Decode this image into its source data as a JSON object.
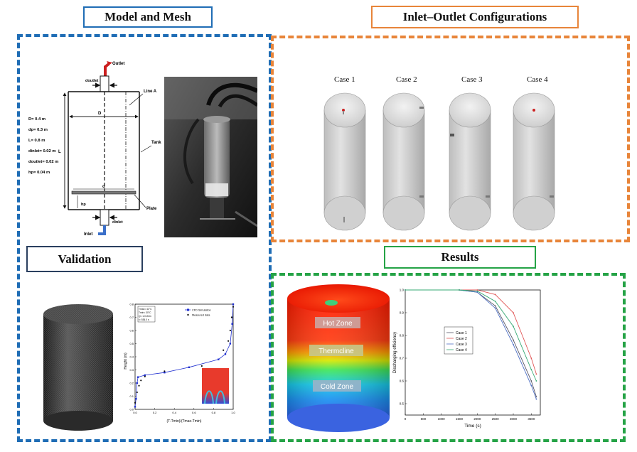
{
  "titles": {
    "model": "Model and Mesh",
    "inlet_outlet": "Inlet–Outlet Configurations",
    "validation": "Validation",
    "results": "Results"
  },
  "schematic": {
    "outlet": "Outlet",
    "inlet": "Inlet",
    "d_outlet_top": "doutlet",
    "d_inlet_bottom": "dinlet",
    "line_a": "Line A",
    "d_big": "D",
    "d_small": "d",
    "l_label": "L",
    "tank": "Tank",
    "plate": "Plate",
    "hp": "hp",
    "params": [
      "D= 0.4 m",
      "dp= 0.3 m",
      "L= 0.8 m",
      "dinlet= 0.02 m",
      "doutlet= 0.02 m",
      "hp= 0.04 m"
    ]
  },
  "cases": [
    "Case 1",
    "Case 2",
    "Case 3",
    "Case 4"
  ],
  "validation_chart": {
    "ylabel": "Height (m)",
    "xlabel": "(T-Tmin)/(Tmax-Tmin)",
    "legend": [
      "CFD Simulation",
      "Measured data"
    ],
    "conditions": [
      "Tmax= 41°C",
      "Tmin= 30°C",
      "Q= 1.0 l/min",
      "t= 536.0 s"
    ],
    "x_ticks": [
      "0.0",
      "0.2",
      "0.4",
      "0.6",
      "0.8",
      "1.0"
    ],
    "y_ticks": [
      "0.0",
      "0.1",
      "0.2",
      "0.3",
      "0.4",
      "0.5",
      "0.6",
      "0.7",
      "0.8"
    ]
  },
  "zones": [
    "Hot Zone",
    "Thermcline",
    "Cold Zone"
  ],
  "chart_data": {
    "type": "line",
    "xlabel": "Time (s)",
    "ylabel": "Discharging efficiency",
    "xlim": [
      0,
      3750
    ],
    "ylim": [
      0.45,
      1.0
    ],
    "x_ticks": [
      "0",
      "500",
      "1000",
      "1500",
      "2000",
      "2500",
      "3000",
      "3500"
    ],
    "y_ticks": [
      "0.5",
      "0.6",
      "0.7",
      "0.8",
      "0.9",
      "1.0"
    ],
    "grid": false,
    "legend_position": "center",
    "series": [
      {
        "name": "Case 1",
        "color": "#555566",
        "x": [
          0,
          1500,
          2000,
          2500,
          3000,
          3500,
          3640
        ],
        "y": [
          1.0,
          1.0,
          0.99,
          0.93,
          0.78,
          0.6,
          0.53
        ]
      },
      {
        "name": "Case 2",
        "color": "#e05555",
        "x": [
          0,
          1500,
          2000,
          2500,
          3000,
          3500,
          3640
        ],
        "y": [
          1.0,
          1.0,
          1.0,
          0.98,
          0.9,
          0.7,
          0.63
        ]
      },
      {
        "name": "Case 3",
        "color": "#4d6fc4",
        "x": [
          0,
          1500,
          2000,
          2500,
          3000,
          3500,
          3640
        ],
        "y": [
          1.0,
          1.0,
          0.99,
          0.92,
          0.76,
          0.58,
          0.52
        ]
      },
      {
        "name": "Case 4",
        "color": "#35a873",
        "x": [
          0,
          1500,
          2000,
          2500,
          3000,
          3500,
          3640
        ],
        "y": [
          1.0,
          1.0,
          0.995,
          0.95,
          0.84,
          0.65,
          0.6
        ]
      }
    ]
  }
}
